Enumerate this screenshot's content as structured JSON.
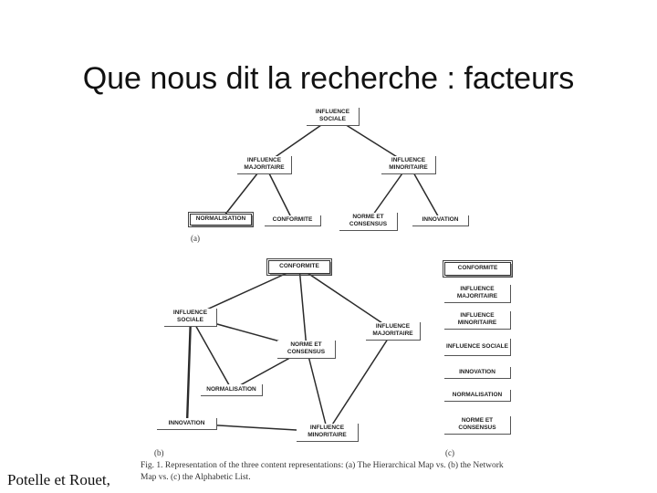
{
  "slide": {
    "title": "Que nous dit la recherche : facteurs",
    "credit": "Potelle et Rouet,"
  },
  "figure": {
    "caption": {
      "line1": "Fig. 1.  Representation of the three content representations: (a) The Hierarchical Map vs. (b) the Network",
      "line2": "Map vs. (c) the Alphabetic List."
    },
    "panel_a": {
      "label": "(a)",
      "nodes": [
        "INFLUENCE SOCIALE",
        "INFLUENCE MAJORITAIRE",
        "INFLUENCE MINORITAIRE",
        "NORMALISATION",
        "CONFORMITE",
        "NORME ET CONSENSUS",
        "INNOVATION"
      ],
      "edges": [
        [
          "INFLUENCE SOCIALE",
          "INFLUENCE MAJORITAIRE"
        ],
        [
          "INFLUENCE SOCIALE",
          "INFLUENCE MINORITAIRE"
        ],
        [
          "INFLUENCE MAJORITAIRE",
          "NORMALISATION"
        ],
        [
          "INFLUENCE MAJORITAIRE",
          "CONFORMITE"
        ],
        [
          "INFLUENCE MINORITAIRE",
          "NORME ET CONSENSUS"
        ],
        [
          "INFLUENCE MINORITAIRE",
          "INNOVATION"
        ]
      ]
    },
    "panel_b": {
      "label": "(b)",
      "nodes": [
        "CONFORMITE",
        "INFLUENCE SOCIALE",
        "INFLUENCE MAJORITAIRE",
        "NORME ET CONSENSUS",
        "NORMALISATION",
        "INNOVATION",
        "INFLUENCE MINORITAIRE"
      ],
      "edges": [
        [
          "CONFORMITE",
          "INFLUENCE SOCIALE"
        ],
        [
          "CONFORMITE",
          "INFLUENCE MAJORITAIRE"
        ],
        [
          "CONFORMITE",
          "NORME ET CONSENSUS"
        ],
        [
          "INFLUENCE SOCIALE",
          "NORME ET CONSENSUS"
        ],
        [
          "INFLUENCE SOCIALE",
          "NORMALISATION"
        ],
        [
          "INFLUENCE SOCIALE",
          "INNOVATION"
        ],
        [
          "NORMALISATION",
          "NORME ET CONSENSUS"
        ],
        [
          "NORME ET CONSENSUS",
          "INFLUENCE MINORITAIRE"
        ],
        [
          "INFLUENCE MAJORITAIRE",
          "INFLUENCE MINORITAIRE"
        ],
        [
          "INNOVATION",
          "INFLUENCE MINORITAIRE"
        ]
      ]
    },
    "panel_c": {
      "label": "(c)",
      "items": [
        "CONFORMITE",
        "INFLUENCE MAJORITAIRE",
        "INFLUENCE MINORITAIRE",
        "INFLUENCE SOCIALE",
        "INNOVATION",
        "NORMALISATION",
        "NORME ET CONSENSUS"
      ]
    }
  }
}
